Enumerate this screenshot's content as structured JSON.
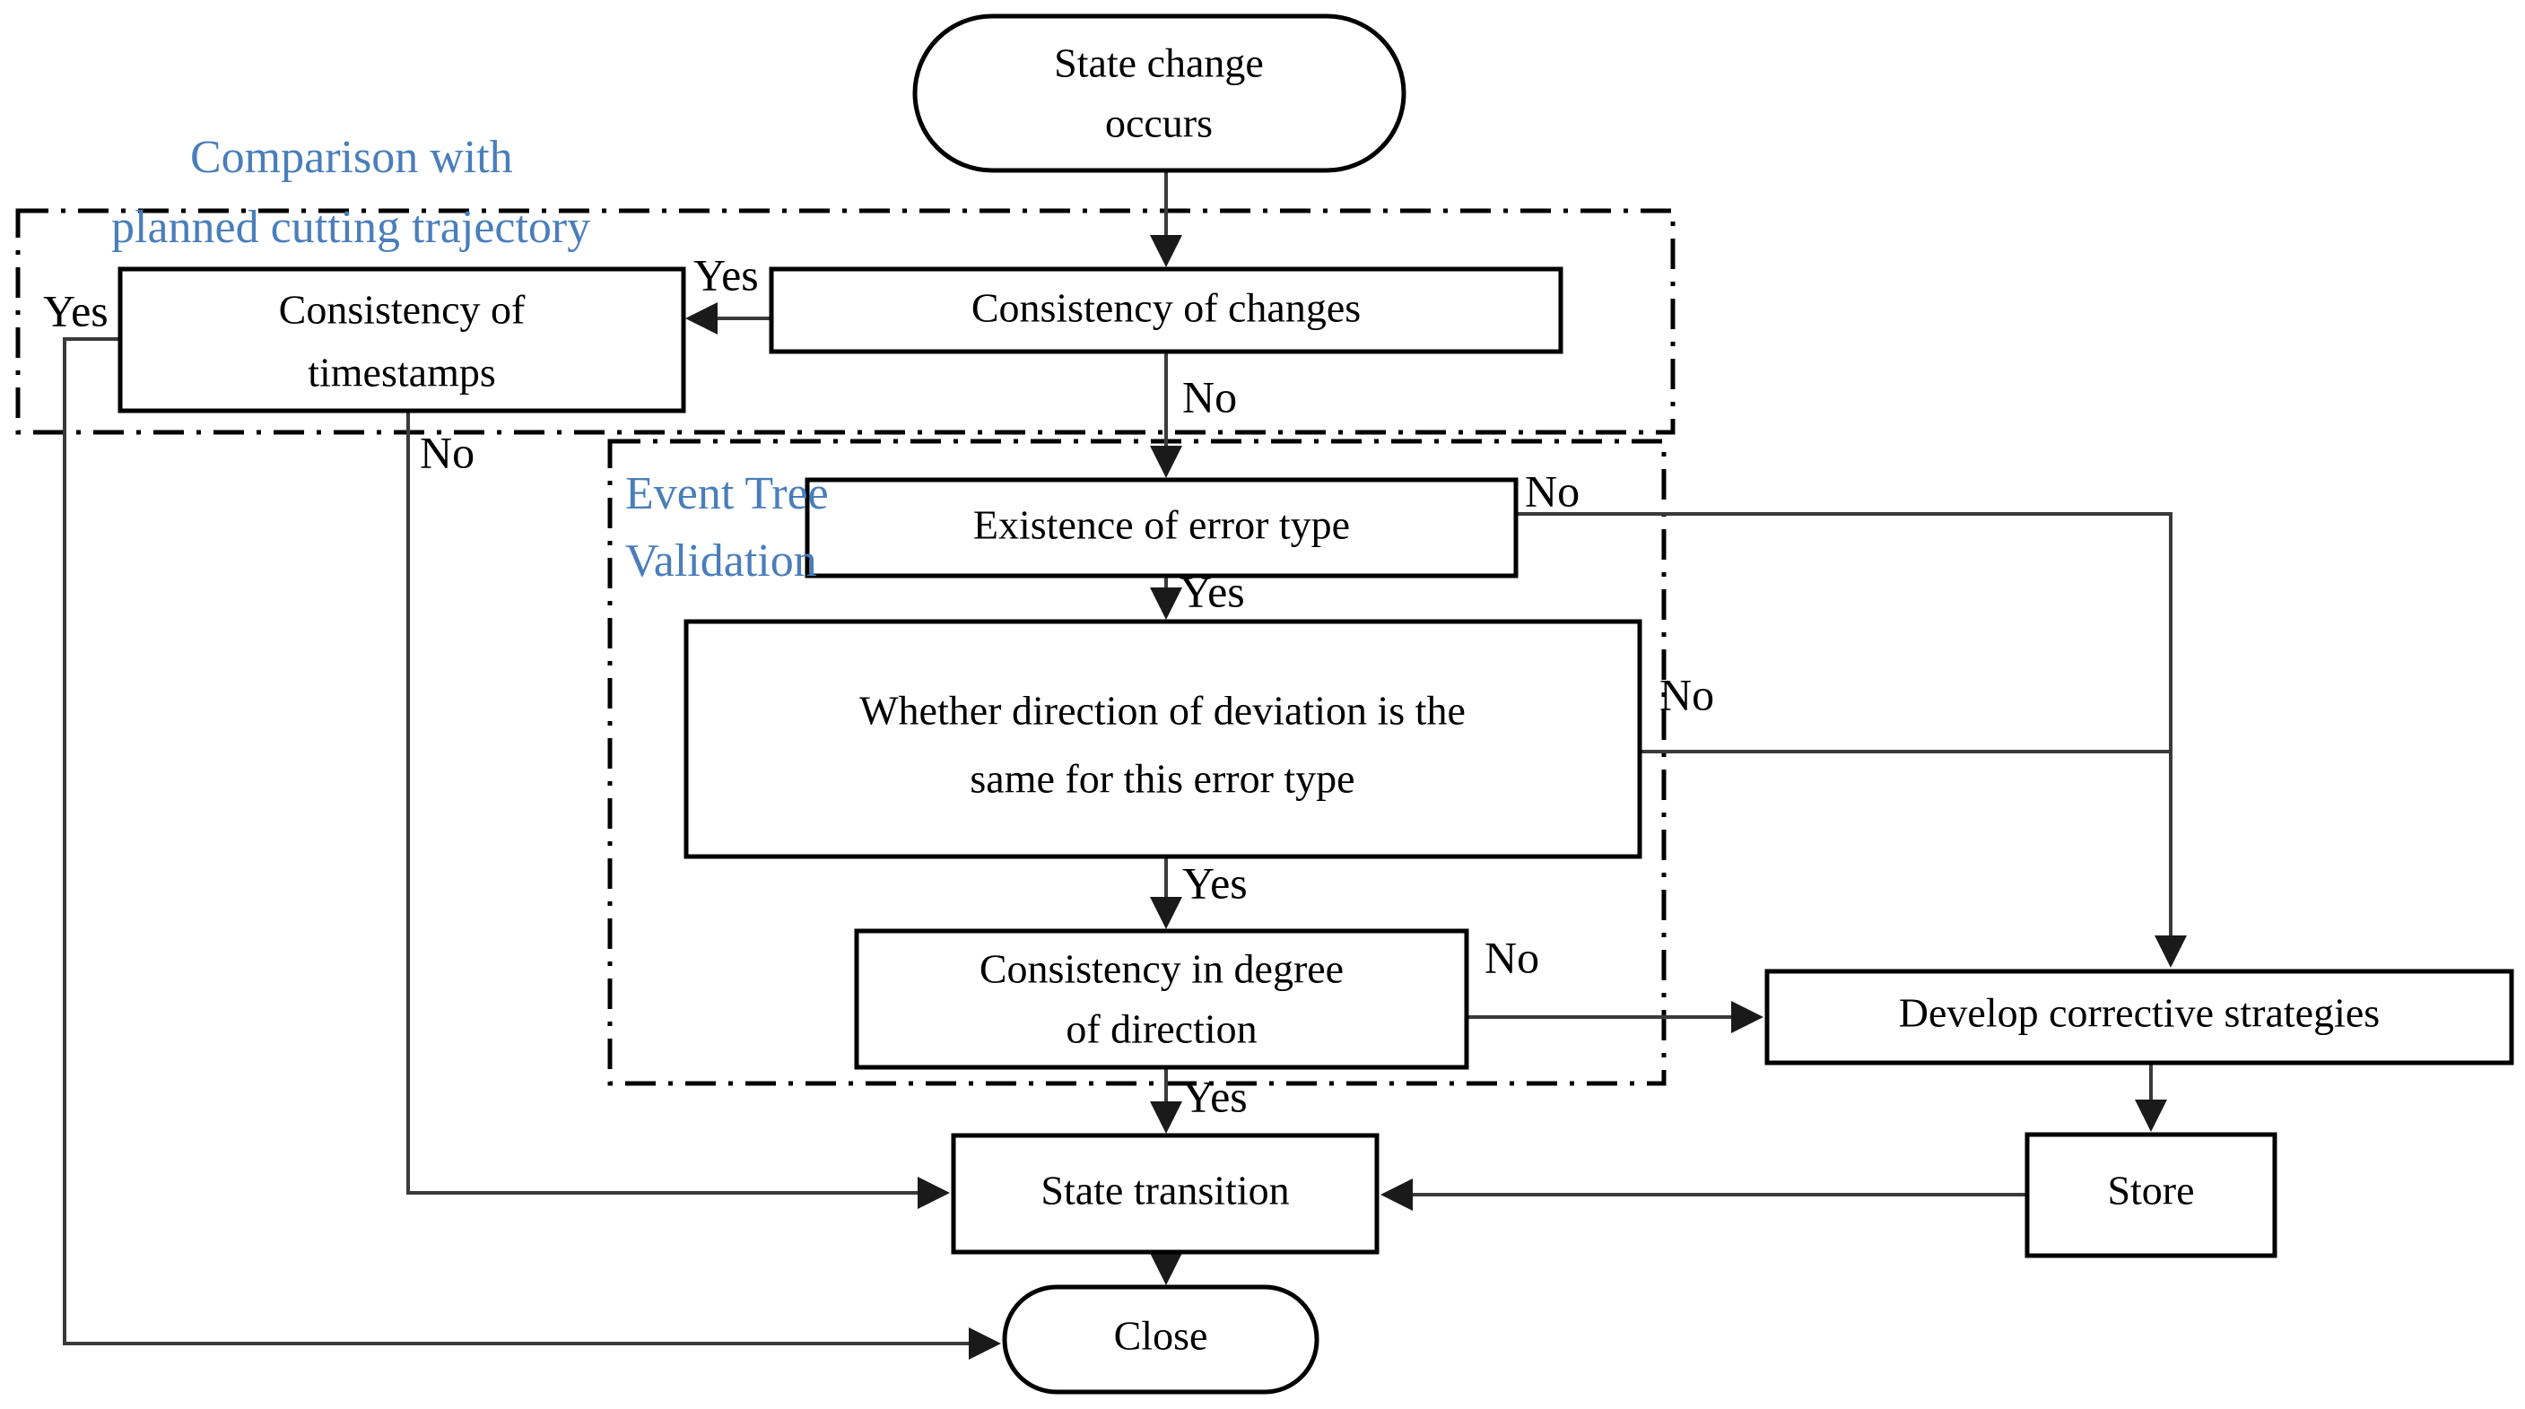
{
  "diagram": {
    "title": "State change validation flowchart",
    "accent_color": "#4a7ebb",
    "line_color": "#3a3a3a",
    "node_border_color": "#000000",
    "background_color": "#ffffff"
  },
  "groups": [
    {
      "id": "comparison-group",
      "label_line1": "Comparison  with",
      "label_line2": "planned cutting trajectory",
      "style": "dash-dot"
    },
    {
      "id": "event-tree-group",
      "label_line1": "Event Tree",
      "label_line2": "Validation",
      "style": "dash-dot"
    }
  ],
  "nodes": [
    {
      "id": "state-change-occurs",
      "shape": "terminator",
      "line1": "State change",
      "line2": "occurs"
    },
    {
      "id": "consistency-of-changes",
      "shape": "process",
      "line1": "Consistency  of changes",
      "line2": ""
    },
    {
      "id": "consistency-of-timestamps",
      "shape": "process",
      "line1": "Consistency  of",
      "line2": "timestamps"
    },
    {
      "id": "existence-of-error-type",
      "shape": "process",
      "line1": "Existence  of error  type",
      "line2": ""
    },
    {
      "id": "whether-direction-of-deviation",
      "shape": "process",
      "line1": "Whether   direction  of deviation  is the",
      "line2": "same  for this error  type"
    },
    {
      "id": "consistency-in-degree-of-direction",
      "shape": "process",
      "line1": "Consistency  in degree",
      "line2": "of direction"
    },
    {
      "id": "state-transition",
      "shape": "process",
      "line1": "State transition",
      "line2": ""
    },
    {
      "id": "close",
      "shape": "terminator",
      "line1": "Close",
      "line2": ""
    },
    {
      "id": "develop-corrective-strategies",
      "shape": "process",
      "line1": "Develop corrective  strategies",
      "line2": ""
    },
    {
      "id": "store",
      "shape": "process",
      "line1": "Store",
      "line2": ""
    }
  ],
  "edge_labels": {
    "changes_to_timestamps": "Yes",
    "changes_to_error_type": "No",
    "timestamps_yes": "Yes",
    "timestamps_no": "No",
    "error_type_no": "No",
    "error_type_yes": "Yes",
    "deviation_no": "No",
    "deviation_yes": "Yes",
    "degree_no": "No",
    "degree_yes": "Yes"
  }
}
